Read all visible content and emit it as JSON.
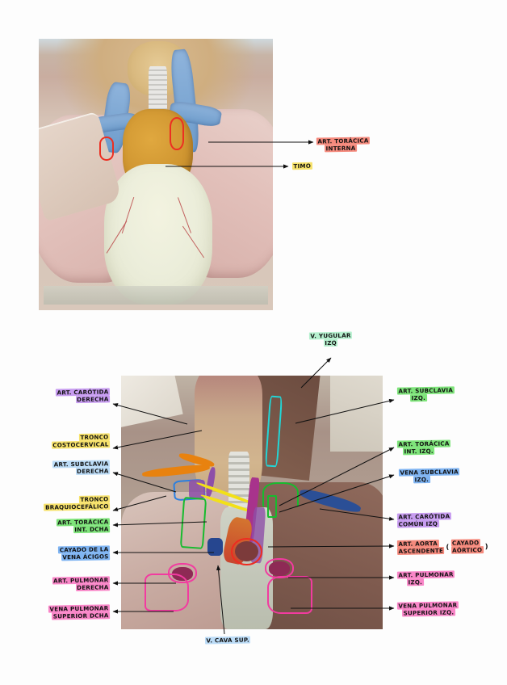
{
  "document": {
    "type": "anatomy-study-notes",
    "language": "es",
    "page_background": "#ffffff"
  },
  "figures": [
    {
      "id": "figure-top",
      "kind": "anatomical-illustration",
      "description": "Illustration of the anterior mediastinum with thymus and pericardium",
      "labels": [
        {
          "id": "art-toracica-interna",
          "lines": [
            "ART. TORÁCICA",
            "INTERNA"
          ],
          "highlight": "#f58a7d",
          "highlight_name": "hl-red"
        },
        {
          "id": "timo",
          "lines": [
            "TIMO"
          ],
          "highlight": "#f7e26b",
          "highlight_name": "hl-yellow"
        }
      ]
    },
    {
      "id": "figure-bottom",
      "kind": "cadaver-dissection-photo",
      "description": "Dissection photograph of the superior mediastinum with colored marker annotations",
      "labels_top": [
        {
          "id": "v-yugular-izq",
          "lines": [
            "V. YUGULAR",
            "IZQ"
          ],
          "highlight": "#b6f0cf",
          "highlight_name": "hl-mint"
        }
      ],
      "labels_left": [
        {
          "id": "art-carotida-derecha",
          "lines": [
            "ART. CARÓTIDA",
            "DERECHA"
          ],
          "highlight": "#c79cf0",
          "highlight_name": "hl-purple"
        },
        {
          "id": "tronco-costocervical",
          "lines": [
            "TRONCO",
            "COSTOCERVICAL"
          ],
          "highlight": "#f7e26b",
          "highlight_name": "hl-yellow"
        },
        {
          "id": "art-subclavia-derecha",
          "lines": [
            "ART. SUBCLAVIA",
            "DERECHA"
          ],
          "highlight": "#bcdcf7",
          "highlight_name": "hl-ltblue"
        },
        {
          "id": "tronco-braquiocefalico",
          "lines": [
            "TRONCO",
            "BRAQUIOCEFÁLICO"
          ],
          "highlight": "#f7e26b",
          "highlight_name": "hl-yellow"
        },
        {
          "id": "art-toracica-int-dcha",
          "lines": [
            "ART. TORÁCICA",
            "INT. DCHA"
          ],
          "highlight": "#7ee47a",
          "highlight_name": "hl-green"
        },
        {
          "id": "cayado-vena-acigos",
          "lines": [
            "CAYADO DE LA",
            "VENA ÁCIGOS"
          ],
          "highlight": "#7fb4f2",
          "highlight_name": "hl-blue"
        },
        {
          "id": "art-pulmonar-derecha",
          "lines": [
            "ART. PULMONAR",
            "DERECHA"
          ],
          "highlight": "#f986c8",
          "highlight_name": "hl-pink"
        },
        {
          "id": "vena-pulmonar-superior-dcha",
          "lines": [
            "VENA PULMONAR",
            "SUPERIOR DCHA"
          ],
          "highlight": "#f986c8",
          "highlight_name": "hl-pink"
        }
      ],
      "labels_right": [
        {
          "id": "art-subclavia-izq",
          "lines": [
            "ART. SUBCLAVIA",
            "IZQ."
          ],
          "highlight": "#7ee47a",
          "highlight_name": "hl-green"
        },
        {
          "id": "art-toracica-int-izq",
          "lines": [
            "ART. TORÁCICA",
            "INT. IZQ."
          ],
          "highlight": "#7ee47a",
          "highlight_name": "hl-green"
        },
        {
          "id": "vena-subclavia-izq",
          "lines": [
            "VENA SUBCLAVIA",
            "IZQ."
          ],
          "highlight": "#7fb4f2",
          "highlight_name": "hl-blue"
        },
        {
          "id": "art-carotida-comun-izq",
          "lines": [
            "ART. CARÓTIDA",
            "COMÚN IZQ"
          ],
          "highlight": "#c79cf0",
          "highlight_name": "hl-purple"
        },
        {
          "id": "art-aorta-ascendente",
          "lines": [
            "ART. AORTA",
            "ASCENDENTE"
          ],
          "highlight": "#f58a7d",
          "highlight_name": "hl-red",
          "annotation_lines": [
            "CAYADO",
            "AÓRTICO"
          ],
          "annotation_highlight": "#f58a7d",
          "annotation_parenthesis": true
        },
        {
          "id": "art-pulmonar-izq",
          "lines": [
            "ART. PULMONAR",
            "IZQ."
          ],
          "highlight": "#f986c8",
          "highlight_name": "hl-pink"
        },
        {
          "id": "vena-pulmonar-superior-izq",
          "lines": [
            "VENA PULMONAR",
            "SUPERIOR IZQ."
          ],
          "highlight": "#f986c8",
          "highlight_name": "hl-pink"
        }
      ],
      "labels_bottom": [
        {
          "id": "v-cava-sup",
          "lines": [
            "V. CAVA SUP."
          ],
          "highlight": "#bcdcf7",
          "highlight_name": "hl-ltblue"
        }
      ]
    }
  ],
  "marker_colors": {
    "orange_brachiocephalic_trunk": "#e8820f",
    "blue_subclavian_artery": "#2a7fe0",
    "green_internal_thoracic": "#17bb2e",
    "purple_carotid": "#8d4fa8",
    "magenta_carotid_left": "#a8338c",
    "red_aorta": "#ee2b20",
    "pink_pulmonary": "#f23ba0",
    "cyan_jugular": "#22d6d6",
    "yellow_vagus": "#f2e018",
    "navy_azygos": "#26468f"
  }
}
